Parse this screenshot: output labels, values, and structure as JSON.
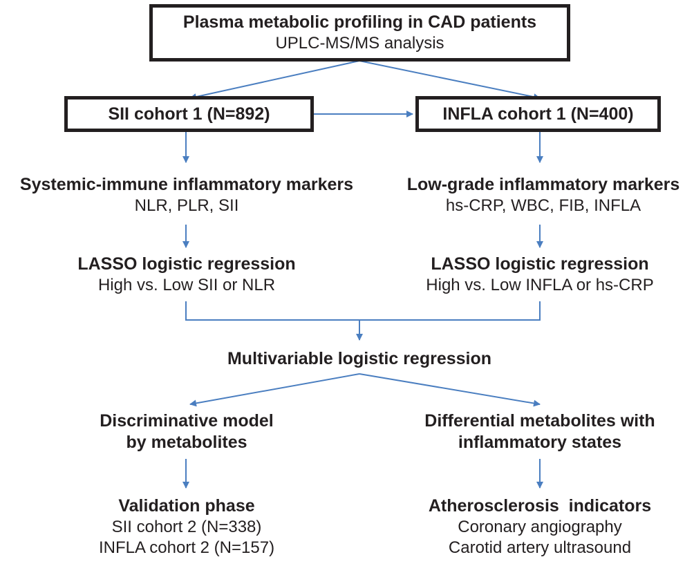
{
  "top": {
    "title": "Plasma metabolic profiling in CAD patients",
    "subtitle": "UPLC-MS/MS analysis"
  },
  "left": {
    "cohort": "SII cohort 1 (N=892)",
    "markers_title": "Systemic-immune inflammatory markers",
    "markers_list": "NLR, PLR, SII",
    "lasso_title": "LASSO logistic regression",
    "lasso_sub": "High vs. Low SII or NLR"
  },
  "right": {
    "cohort": "INFLA cohort 1 (N=400)",
    "markers_title": "Low-grade inflammatory markers",
    "markers_list": "hs-CRP, WBC, FIB, INFLA",
    "lasso_title": "LASSO logistic regression",
    "lasso_sub": "High vs. Low INFLA or hs-CRP"
  },
  "multivariable": "Multivariable logistic regression",
  "discriminative": {
    "line1": "Discriminative model",
    "line2": "by metabolites"
  },
  "differential": {
    "line1": "Differential metabolites with",
    "line2": "inflammatory states"
  },
  "validation": {
    "title": "Validation phase",
    "line1": "SII cohort 2 (N=338)",
    "line2": "INFLA cohort 2 (N=157)"
  },
  "atherosclerosis": {
    "title": "Atherosclerosis  indicators",
    "line1": "Coronary angiography",
    "line2": "Carotid artery ultrasound"
  },
  "colors": {
    "arrow": "#4a7ec0",
    "text": "#231f20",
    "border": "#231f20"
  }
}
